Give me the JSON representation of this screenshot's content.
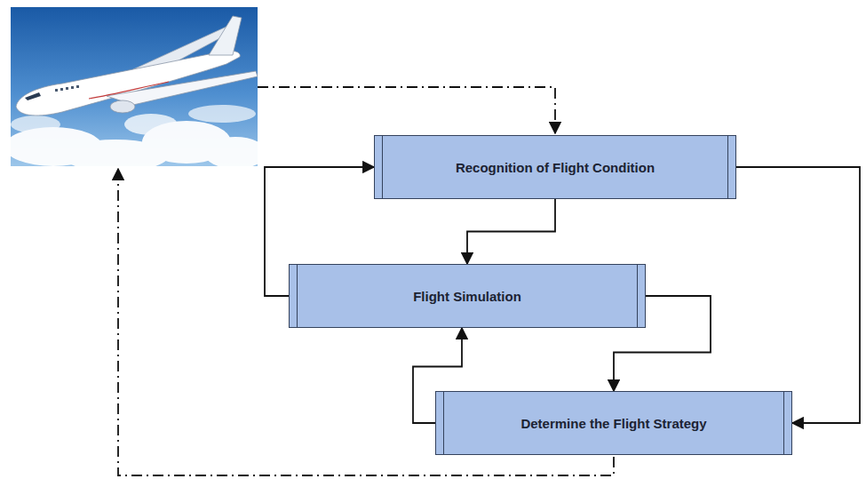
{
  "diagram": {
    "nodes": [
      {
        "text": [
          "Recognition of Flight Condition"
        ]
      },
      {
        "text": [
          "Flight Simulation"
        ]
      },
      {
        "text": [
          "Determine the Flight Strategy"
        ]
      }
    ],
    "edges": [
      {
        "from": 0,
        "to": 1,
        "arrow": "to"
      },
      {
        "from": 1,
        "to": 0,
        "arrow": "to"
      },
      {
        "from": 0,
        "to": 2,
        "arrow": "to"
      },
      {
        "from": 1,
        "to": 2,
        "arrow": "to"
      },
      {
        "from": 2,
        "to": 1,
        "arrow": "to"
      }
    ]
  }
}
